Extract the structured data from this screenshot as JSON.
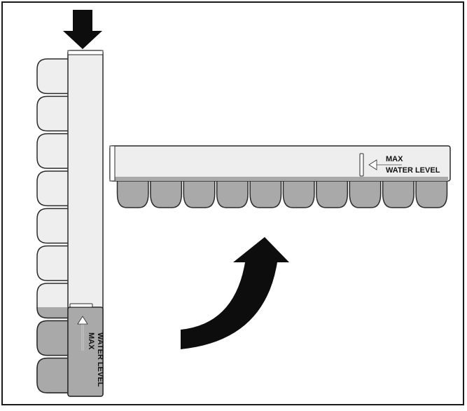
{
  "colors": {
    "frame": "#1a1a1a",
    "tray_fill": "#eeeeee",
    "tray_outline": "#2a2a2a",
    "water_fill": "#a9a9a9",
    "arrow": "#0d0d0d"
  },
  "vertical_tray": {
    "cell_count": 9,
    "filled_cells": 3,
    "label_max": "MAX",
    "label_water_level": "WATER LEVEL"
  },
  "horizontal_tray": {
    "cell_count": 10,
    "label_max": "MAX",
    "label_water_level": "WATER LEVEL"
  },
  "icons": {
    "down_arrow": "arrow-down-icon",
    "rotate_arrow": "curved-rotate-arrow-icon"
  }
}
